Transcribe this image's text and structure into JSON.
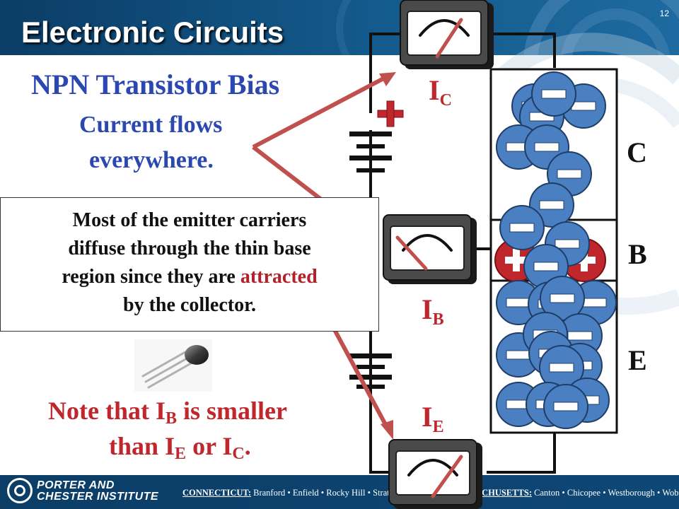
{
  "slide": {
    "title": "Electronic Circuits",
    "number": "12",
    "subtitle": "NPN Transistor Bias",
    "flows_line1": "Current flows",
    "flows_line2": "everywhere."
  },
  "callout": {
    "line1": "Most of the emitter carriers",
    "line2": "diffuse through the thin base",
    "line3_before": "region since they are ",
    "line3_highlight": "attracted",
    "line4": "by the collector."
  },
  "note": {
    "line1_pre": "Note that I",
    "line1_sub": "B",
    "line1_post": " is smaller",
    "line2_pre": "than I",
    "line2_sub1": "E",
    "line2_mid": " or I",
    "line2_sub2": "C",
    "line2_post": "."
  },
  "meters": {
    "collector": {
      "label": "I",
      "sub": "C"
    },
    "base": {
      "label": "I",
      "sub": "B"
    },
    "emitter": {
      "label": "I",
      "sub": "E"
    }
  },
  "regions": {
    "collector": "C",
    "base": "B",
    "emitter": "E"
  },
  "footer": {
    "brand_line1": "PORTER AND",
    "brand_line2": "CHESTER INSTITUTE",
    "connecticut_label": "CONNECTICUT:",
    "connecticut_towns": " Branford • Enfield • Rocky Hill • Stratfo",
    "massachusetts_label": "CHUSETTS:",
    "massachusetts_towns": " Canton • Chicopee • Westborough • Woburn"
  },
  "colors": {
    "header_blue": "#0b3d66",
    "heading_blue": "#2b48b0",
    "accent_red": "#c0272d",
    "arrow_red": "#c0504d",
    "carrier_blue": "#4a7fc1"
  }
}
